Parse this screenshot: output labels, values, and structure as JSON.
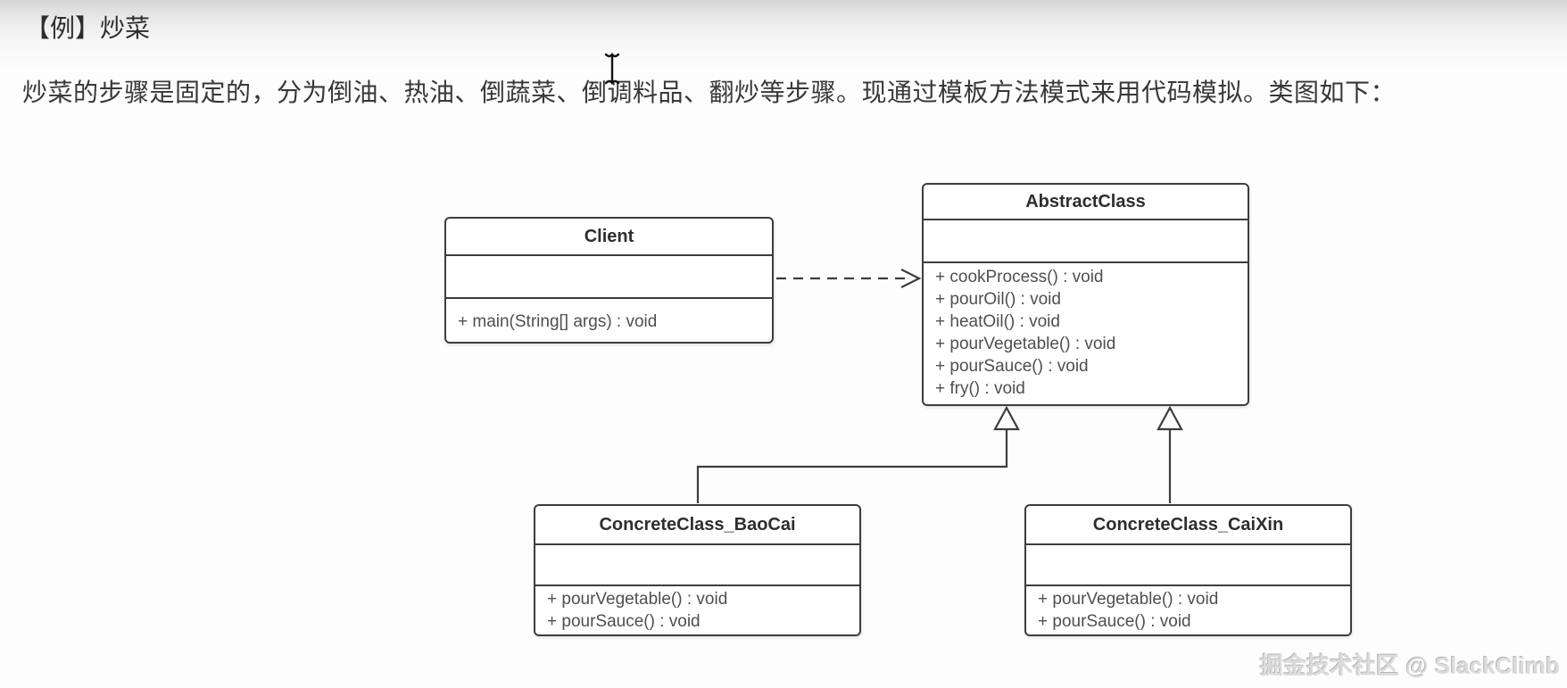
{
  "header": {
    "title": "【例】炒菜",
    "description": "炒菜的步骤是固定的，分为倒油、热油、倒蔬菜、倒调料品、翻炒等步骤。现通过模板方法模式来用代码模拟。类图如下："
  },
  "diagram": {
    "type": "uml-class-diagram",
    "classes": [
      {
        "name": "Client",
        "attributes": [],
        "methods": [
          "+ main(String[] args) : void"
        ]
      },
      {
        "name": "AbstractClass",
        "attributes": [],
        "methods": [
          "+ cookProcess() : void",
          "+ pourOil() : void",
          "+ heatOil() : void",
          "+ pourVegetable() : void",
          "+ pourSauce() : void",
          "+ fry() : void"
        ]
      },
      {
        "name": "ConcreteClass_BaoCai",
        "attributes": [],
        "methods": [
          "+ pourVegetable() : void",
          "+ pourSauce() : void"
        ]
      },
      {
        "name": "ConcreteClass_CaiXin",
        "attributes": [],
        "methods": [
          "+ pourVegetable() : void",
          "+ pourSauce() : void"
        ]
      }
    ],
    "relations": [
      {
        "type": "dashed-dependency-arrow",
        "from": "Client",
        "to": "AbstractClass"
      },
      {
        "type": "inheritance",
        "from": "ConcreteClass_BaoCai",
        "to": "AbstractClass"
      },
      {
        "type": "inheritance",
        "from": "ConcreteClass_CaiXin",
        "to": "AbstractClass"
      }
    ]
  },
  "footer": {
    "watermark": "掘金技术社区 @ SlackClimb"
  },
  "icons": {
    "cursor": "text-ibeam-cursor",
    "inheritance_marker": "hollow-triangle",
    "dependency_marker": "open-arrowhead"
  },
  "colors": {
    "background_top": "#d6d6d6",
    "background_main": "#fdfdfd",
    "heading_text": "#2d2d2d",
    "body_text": "#383838",
    "box_border": "#3d3d3d",
    "box_fill": "#ffffff",
    "method_text": "#4f4f4f",
    "watermark_text": "#dcdcdc"
  }
}
